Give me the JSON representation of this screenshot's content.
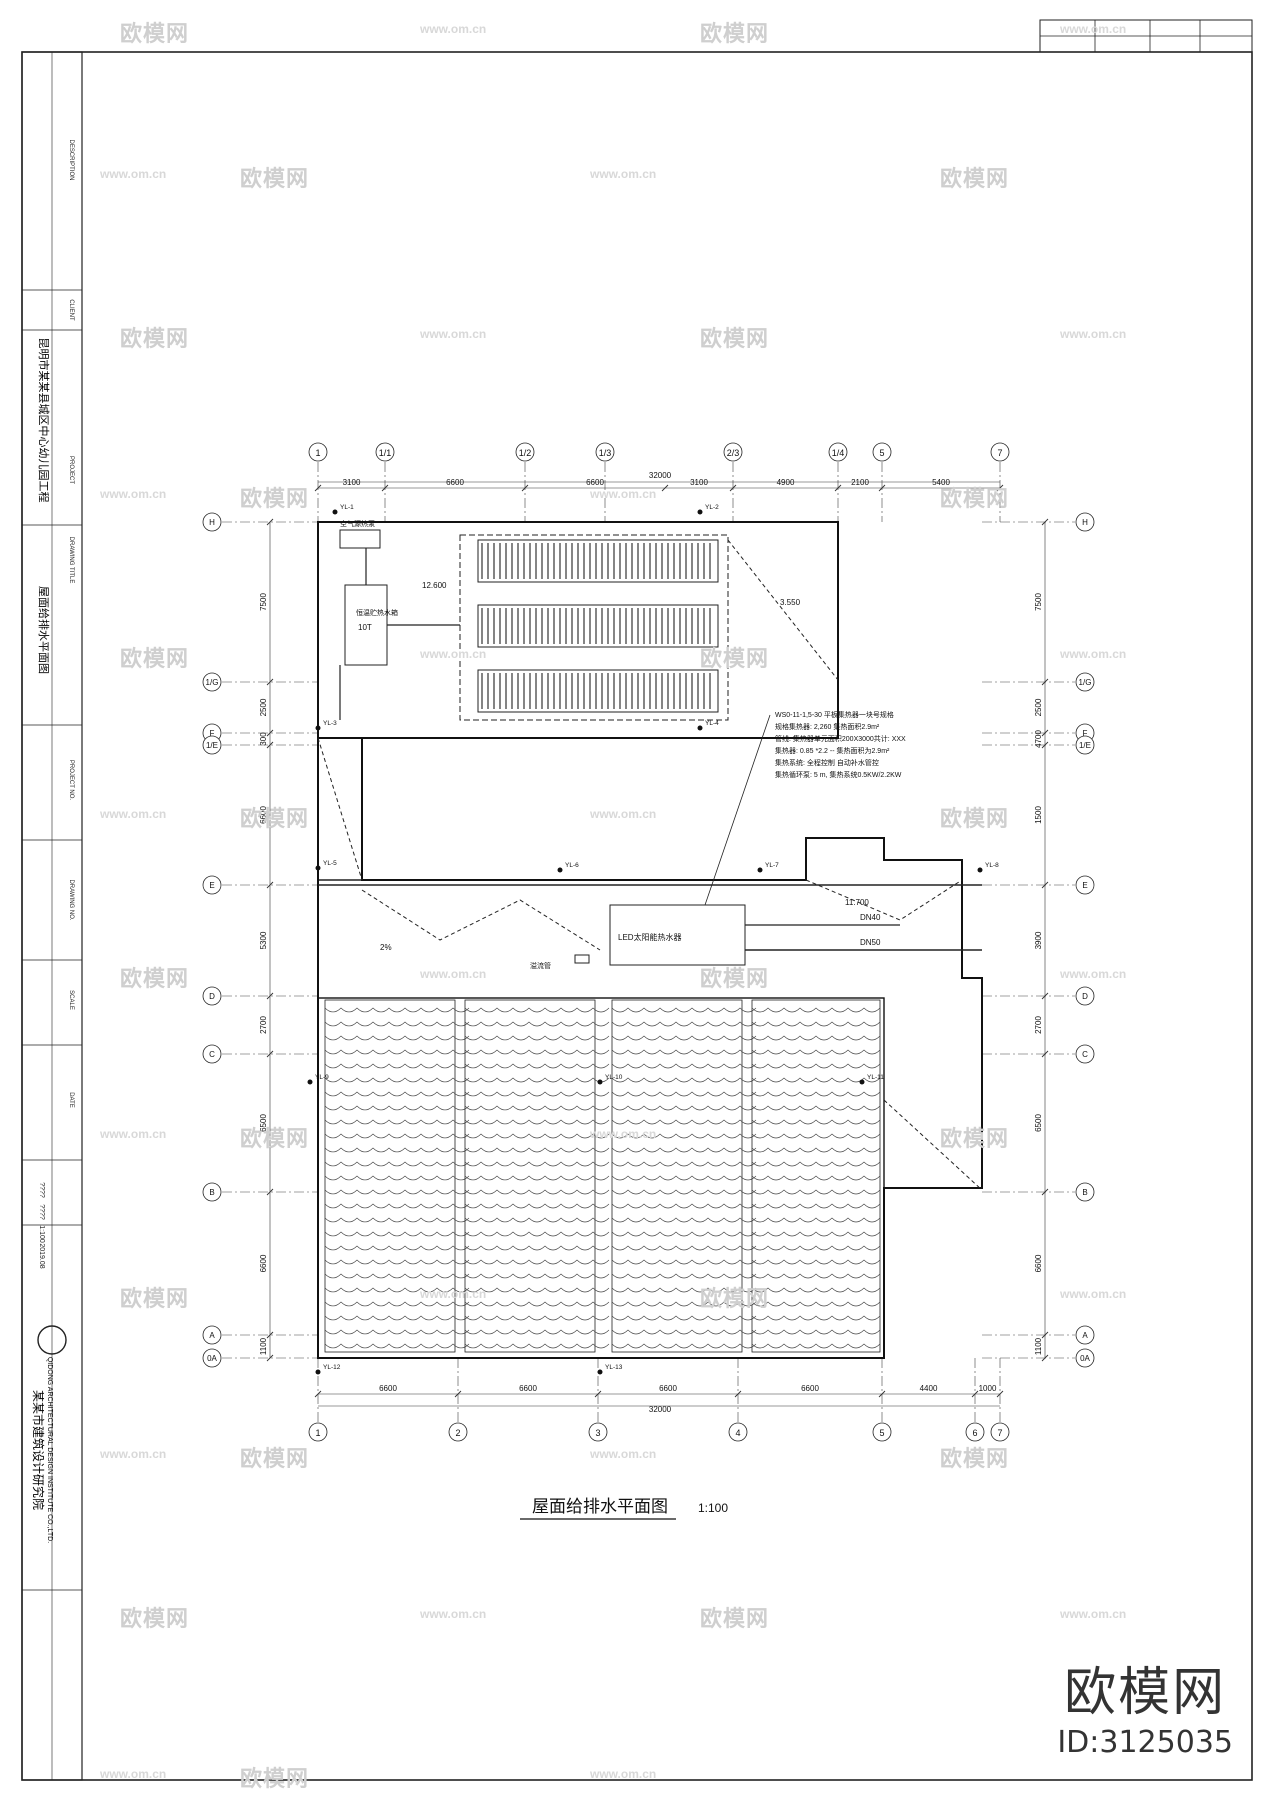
{
  "drawing": {
    "title": "屋面给排水平面图",
    "scale": "1:100",
    "project_name": "昆明市某某县城区中心幼儿园工程",
    "sheet_name": "屋面给排水平面图",
    "institute_cn": "某某市建筑设计研究院",
    "institute_en": "QIDONG ARCHITECTURAL DESIGN INSTITUTE CO.,LTD.",
    "dim_total": "32000"
  },
  "grid_top": [
    "1",
    "1/1",
    "1/2",
    "1/3",
    "2/3",
    "1/4",
    "5",
    "7"
  ],
  "grid_bottom": [
    "1",
    "2",
    "3",
    "4",
    "5",
    "6",
    "7"
  ],
  "grid_left": [
    "H",
    "1/G",
    "F",
    "1/E",
    "E",
    "D",
    "C",
    "B",
    "A",
    "0A"
  ],
  "dims_top": [
    "3100",
    "6600",
    "6600",
    "3100",
    "4900",
    "2100",
    "5400"
  ],
  "dims_bottom": [
    "6600",
    "6600",
    "6600",
    "6600",
    "4400",
    "1000"
  ],
  "dims_left": [
    "7500",
    "2500",
    "300",
    "6600",
    "5300",
    "2700",
    "6500",
    "6600",
    "1100"
  ],
  "dims_right": [
    "7500",
    "2500",
    "4700",
    "1500",
    "3900",
    "2700",
    "6500",
    "6600",
    "1100"
  ],
  "labels": {
    "solar_tank": "空气源热泵",
    "hot_water_tank": "恒温贮热水箱",
    "tank_capacity": "10T",
    "elev": "12.600",
    "slope": "2%",
    "slope2": "3.550",
    "heater_box": "LED太阳能热水器",
    "pipe_de": "DN40",
    "pipe_de2": "DN50",
    "elev2": "11.700",
    "valve_label": "溢流管",
    "note_line1": "WS0-11-1,5-30 平板集热器一块号规格",
    "note_line2": "规格集热器: 2,260 集热面积2.9m²",
    "note_line3": "管线: 集热器单元面积200X3000共计: XXX",
    "note_line4": "集热器: 0.85 *2.2 -- 集热面积为2.9m²",
    "note_line5": "集热系统: 全程控制 自动补水管控",
    "note_line6": "集热循环泵: 5 m, 集热系统0.5KW/2.2KW"
  },
  "pipe_tags": [
    "YL-1",
    "YL-2",
    "YL-3",
    "YL-4",
    "YL-5",
    "YL-6",
    "YL-7",
    "YL-8",
    "YL-9",
    "YL-10",
    "YL-11",
    "YL-12",
    "YL-13"
  ],
  "title_block": {
    "rows": [
      "DESCRIPTION",
      "CLIENT",
      "PROJECT",
      "DRAWING TITLE",
      "PROJECT NO.",
      "DRAWING NO.",
      "SCALE",
      "DATE"
    ],
    "stamp_values": [
      "????",
      "????",
      "1:100",
      "2019.08"
    ]
  },
  "watermarks": {
    "brand": "欧模网",
    "domain": "www.om.cn"
  },
  "brand_mark": {
    "name": "欧模网",
    "id": "ID:3125035"
  }
}
